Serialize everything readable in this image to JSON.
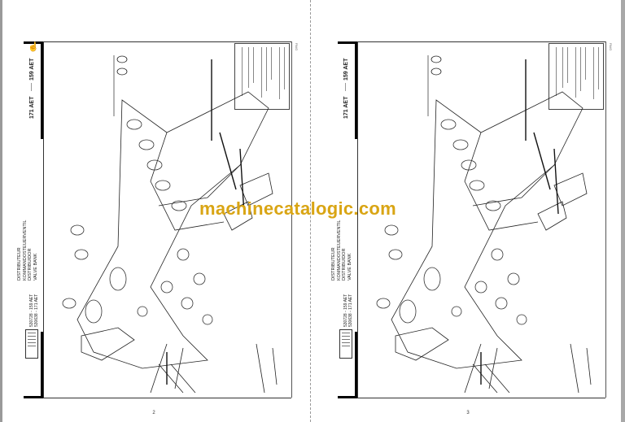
{
  "watermark": "machinecatalogic.com",
  "watermark_color": "#d9a514",
  "pages": [
    {
      "page_number": "2",
      "models": [
        "159 AET",
        "171 AET"
      ],
      "title": [
        "DISTRIBUTEUR",
        "KOMMANDOSTEUERVENTIL",
        "DISTRIBUIDOR",
        "VALVE BANK"
      ],
      "part_refs": [
        "530728 - 159 AET",
        "530638 - 171 AET"
      ],
      "corner_label": "PA/G",
      "cursor_icon": "hand-pointer-icon"
    },
    {
      "page_number": "3",
      "models": [
        "159 AET",
        "171 AET"
      ],
      "title": [
        "DISTRIBUTEUR",
        "KOMMANDOSTEUERVENTIL",
        "DISTRIBUIDOR",
        "VALVE BANK"
      ],
      "part_refs": [
        "530728 - 159 AET",
        "530638 - 171 AET"
      ],
      "corner_label": "PA/G"
    }
  ]
}
